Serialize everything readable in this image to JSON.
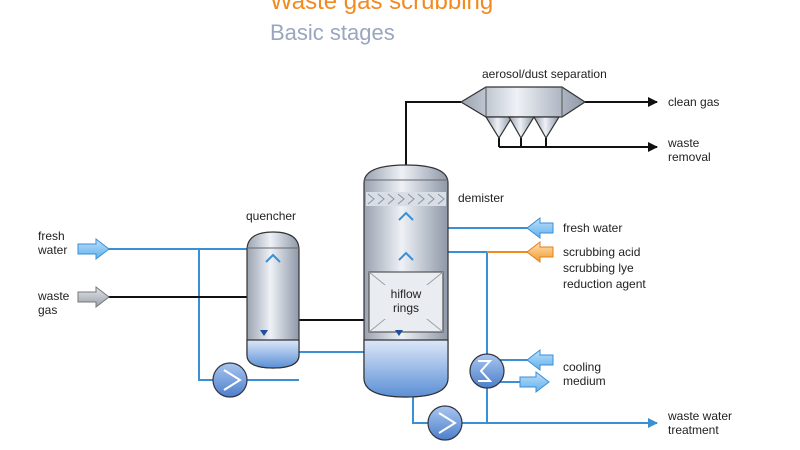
{
  "header": {
    "title": "Waste gas scrubbing",
    "subtitle": "Basic stages"
  },
  "labels": {
    "aerosol": "aerosol/dust separation",
    "clean_gas": "clean gas",
    "waste_removal_1": "waste",
    "waste_removal_2": "removal",
    "demister": "demister",
    "quencher": "quencher",
    "fresh_water_left_1": "fresh",
    "fresh_water_left_2": "water",
    "waste_gas_1": "waste",
    "waste_gas_2": "gas",
    "fresh_water_right": "fresh water",
    "scrubbing_acid": "scrubbing acid",
    "scrubbing_lye": "scrubbing lye",
    "reduction_agent": "reduction agent",
    "hiflow_1": "hiflow",
    "hiflow_2": "rings",
    "cooling_1": "cooling",
    "cooling_2": "medium",
    "waste_water_1": "waste water",
    "waste_water_2": "treatment"
  },
  "colors": {
    "water_line": "#3b8fd4",
    "gas_line": "#111111",
    "acid_line": "#f28a1f",
    "vessel_light": "#e3e8f0",
    "vessel_dark": "#9aa3b1",
    "liquid": "#5b8fd6"
  }
}
